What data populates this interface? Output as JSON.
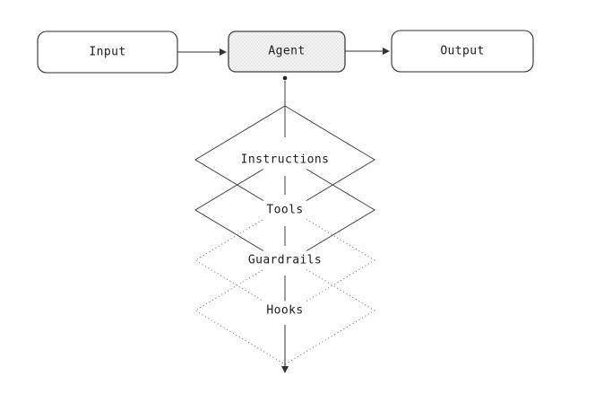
{
  "diagram": {
    "nodes": {
      "input": "Input",
      "agent": "Agent",
      "output": "Output"
    },
    "layers": [
      {
        "label": "Instructions"
      },
      {
        "label": "Tools"
      },
      {
        "label": "Guardrails"
      },
      {
        "label": "Hooks"
      }
    ],
    "colors": {
      "background": "#ffffff",
      "box_border": "#2e2e2e",
      "agent_fill_base": "#f4f4f4",
      "agent_fill_check": "#e8e8e8",
      "arrow_line": "#333333",
      "solid_diamond_line": "#3f3f3f",
      "dotted_diamond_line": "#666666",
      "text": "#1c1c1c"
    }
  }
}
